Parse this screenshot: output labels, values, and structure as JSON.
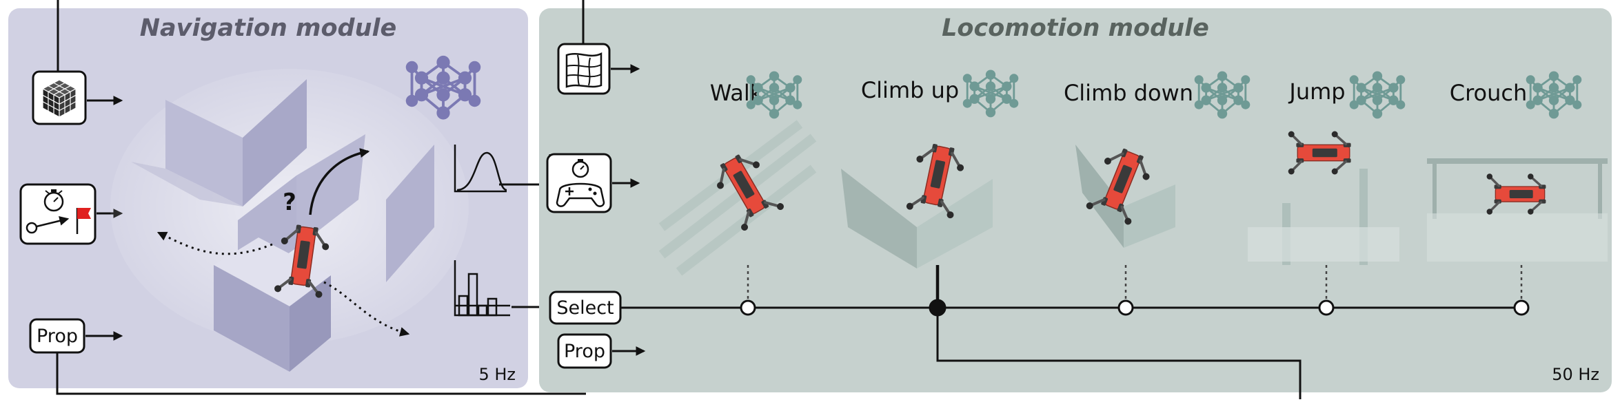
{
  "navigation": {
    "title": "Navigation module",
    "rate": "5 Hz",
    "inputs": {
      "map_icon": "voxel-grid-icon",
      "goal_icon": "timer-goal-flag-icon",
      "prop_label": "Prop"
    },
    "outputs": {
      "distribution_icon": "gaussian-distribution-icon",
      "histogram_icon": "histogram-icon"
    },
    "robot_decision_mark": "?"
  },
  "locomotion": {
    "title": "Locomotion module",
    "rate": "50 Hz",
    "inputs": {
      "heightmap_icon": "height-map-icon",
      "command_icon": "timer-gamepad-icon",
      "select_label": "Select",
      "prop_label": "Prop"
    },
    "skills": [
      {
        "label": "Walk"
      },
      {
        "label": "Climb up"
      },
      {
        "label": "Climb down"
      },
      {
        "label": "Jump"
      },
      {
        "label": "Crouch"
      }
    ],
    "selected_skill_index": 1
  },
  "colors": {
    "nav_bg": "#d1d1e3",
    "loco_bg": "#c6d1ce",
    "nav_title": "#5c5c6b",
    "loco_title": "#59635f",
    "nav_network": "#7b79b3",
    "loco_network": "#6f9a95",
    "robot": "#e64a3b",
    "line": "#111111"
  }
}
